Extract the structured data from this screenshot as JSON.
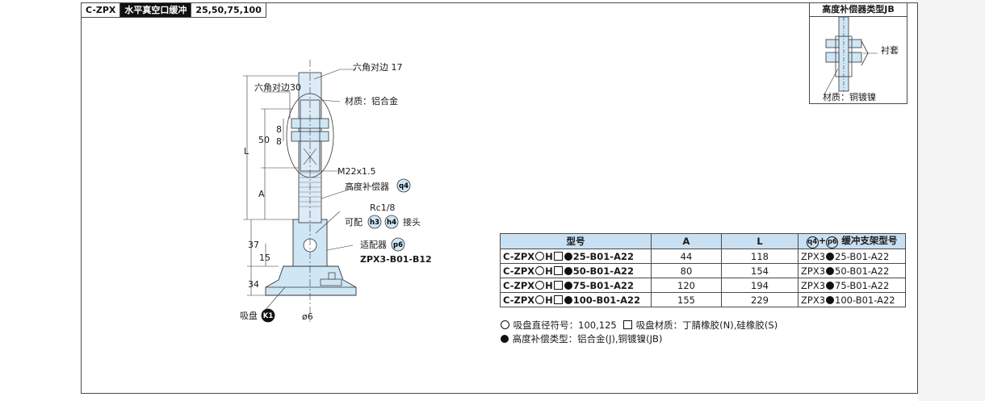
{
  "header": {
    "series_code": "C-ZPX",
    "series_name": "水平真空口缓冲",
    "sizes": "25,50,75,100"
  },
  "inset": {
    "title": "高度补偿器类型JB",
    "label_sleeve": "衬套",
    "label_material": "材质：铜镀镍"
  },
  "drawing": {
    "hex17": "六角对边 17",
    "hex30": "六角对边30",
    "material": "材质：铝合金",
    "dim_L": "L",
    "dim_50": "50",
    "dim_8a": "8",
    "dim_8b": "8",
    "dim_A": "A",
    "thread": "M22x1.5",
    "compensator": "高度补偿器",
    "code_q4": "q4",
    "port": "Rc1/8",
    "option_prefix": "可配",
    "code_h3": "h3",
    "code_h4": "h4",
    "option_suffix": "接头",
    "adapter": "适配器",
    "code_p6": "p6",
    "adapter_model": "ZPX3-B01-B12",
    "dim_37": "37",
    "dim_15": "15",
    "dim_34": "34",
    "pad": "吸盘",
    "code_k1": "K1",
    "dia6": "ø6"
  },
  "table": {
    "headers": {
      "model": "型号",
      "a": "A",
      "l": "L",
      "code_q4": "q4",
      "plus": "+",
      "code_p6": "p6",
      "bracket": "缓冲支架型号"
    },
    "rows": [
      {
        "prefix": "C-ZPX",
        "mid": "H",
        "suffix": "25-B01-A22",
        "a": "44",
        "l": "118",
        "b_prefix": "ZPX3",
        "b_suffix": "25-B01-A22"
      },
      {
        "prefix": "C-ZPX",
        "mid": "H",
        "suffix": "50-B01-A22",
        "a": "80",
        "l": "154",
        "b_prefix": "ZPX3",
        "b_suffix": "50-B01-A22"
      },
      {
        "prefix": "C-ZPX",
        "mid": "H",
        "suffix": "75-B01-A22",
        "a": "120",
        "l": "194",
        "b_prefix": "ZPX3",
        "b_suffix": "75-B01-A22"
      },
      {
        "prefix": "C-ZPX",
        "mid": "H",
        "suffix": "100-B01-A22",
        "a": "155",
        "l": "229",
        "b_prefix": "ZPX3",
        "b_suffix": "100-B01-A22"
      }
    ]
  },
  "notes": {
    "line1a": "吸盘直径符号：100,125",
    "line1b": "吸盘材质：丁腈橡胶(N),硅橡胶(S)",
    "line2": "高度补偿类型：铝合金(J),铜镀镍(JB)"
  },
  "colors": {
    "part_fill": "#cfe6f5",
    "header_fill": "#c9e0f2",
    "line": "#4a4a4a"
  }
}
